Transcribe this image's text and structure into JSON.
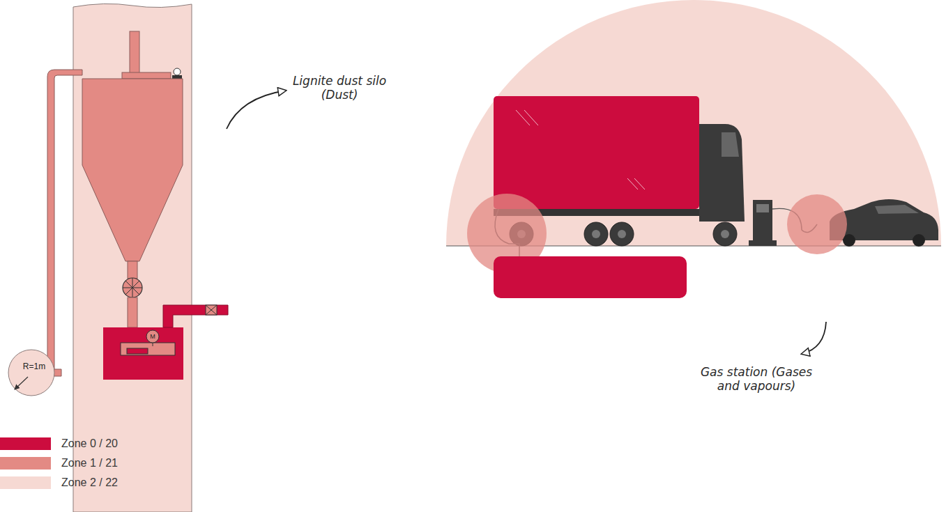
{
  "diagram": {
    "labels": [
      "Lignite dust silo (Dust)",
      "R=1m",
      "M",
      "Gas station (Gases and vapours)"
    ],
    "legend": [
      {
        "text": "Zone 0 / 20",
        "color": "#cc0c3e"
      },
      {
        "text": "Zone 1 / 21",
        "color": "#e38a84"
      },
      {
        "text": "Zone 2 / 22",
        "color": "#f6d9d3"
      }
    ]
  }
}
